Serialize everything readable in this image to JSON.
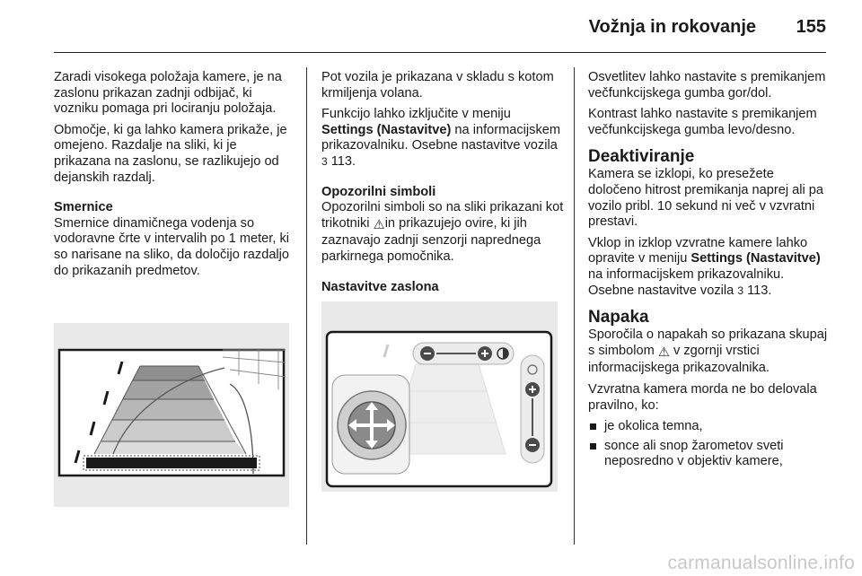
{
  "header": {
    "title": "Vožnja in rokovanje",
    "page_number": "155"
  },
  "col1": {
    "p1": "Zaradi visokega položaja kamere, je na zaslonu prikazan zadnji odbijač, ki vozniku pomaga pri lociranju položaja.",
    "p2": "Območje, ki ga lahko kamera prikaže, je omejeno. Razdalje na sliki, ki je prikazana na zaslonu, se razlikujejo od dejanskih razdalj.",
    "sub1": "Smernice",
    "p3": "Smernice dinamičnega vodenja so vodoravne črte v intervalih po 1 meter, ki so narisane na sliko, da določijo razdaljo do prikazanih predmetov."
  },
  "col2": {
    "p1": "Pot vozila je prikazana v skladu s kotom krmiljenja volana.",
    "p2_a": "Funkcijo lahko izključite v meniju",
    "p2_bold": "Settings (Nastavitve)",
    "p2_b": "na informacijskem prikazovalniku. Osebne nastavitve vozila",
    "p2_ref": "113.",
    "sub1": "Opozorilni simboli",
    "p3_a": "Opozorilni simboli so na sliki prikazani kot trikotniki",
    "p3_b": "in prikazujejo ovire, ki jih zaznavajo zadnji senzorji naprednega parkirnega pomočnika.",
    "sub2": "Nastavitve zaslona"
  },
  "col3": {
    "p1": "Osvetlitev lahko nastavite s premikanjem večfunkcijskega gumba gor/dol.",
    "p2": "Kontrast lahko nastavite s premikanjem večfunkcijskega gumba levo/desno.",
    "h1": "Deaktiviranje",
    "p3": "Kamera se izklopi, ko presežete določeno hitrost premikanja naprej ali pa vozilo pribl. 10 sekund ni več v vzvratni prestavi.",
    "p4_a": "Vklop in izklop vzvratne kamere lahko opravite v meniju",
    "p4_bold": "Settings (Nastavitve)",
    "p4_b": "na informacijskem prikazovalniku. Osebne nastavitve vozila",
    "p4_ref": "113.",
    "h2": "Napaka",
    "p5_a": "Sporočila o napakah so prikazana skupaj s simbolom",
    "p5_b": "v zgornji vrstici informacijskega prikazovalnika.",
    "p6": "Vzvratna kamera morda ne bo delovala pravilno, ko:",
    "bullets": [
      "je okolica temna,",
      "sonce ali snop žarometov sveti neposredno v objektiv kamere,"
    ]
  },
  "ref_arrow": "3",
  "warning_symbol": "⚠",
  "watermark": "carmanualsonline.info"
}
